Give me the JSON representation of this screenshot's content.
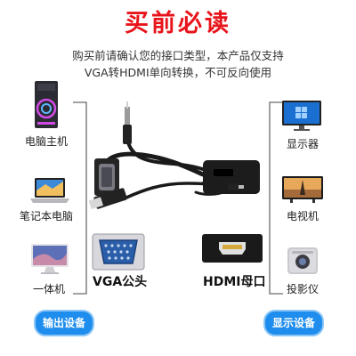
{
  "header": {
    "title": "买前必读",
    "line1": "购买前请确认您的接口类型，本产品仅支持",
    "line2": "VGA转HDMI单向转换，不可反向使用"
  },
  "left_devices": [
    {
      "label": "电脑主机",
      "icon": "desktop-tower-icon"
    },
    {
      "label": "笔记本电脑",
      "icon": "laptop-icon"
    },
    {
      "label": "一体机",
      "icon": "all-in-one-pc-icon"
    }
  ],
  "right_devices": [
    {
      "label": "显示器",
      "icon": "monitor-icon"
    },
    {
      "label": "电视机",
      "icon": "tv-icon"
    },
    {
      "label": "投影仪",
      "icon": "projector-icon"
    }
  ],
  "ports": {
    "vga": "VGA公头",
    "hdmi": "HDMI母口"
  },
  "footer": {
    "output": "输出设备",
    "display": "显示设备"
  },
  "colors": {
    "title": "#e8141b",
    "accent": "#1f8ded",
    "bracket": "#6a6a6a",
    "port_blue": "#2a5ea8"
  }
}
